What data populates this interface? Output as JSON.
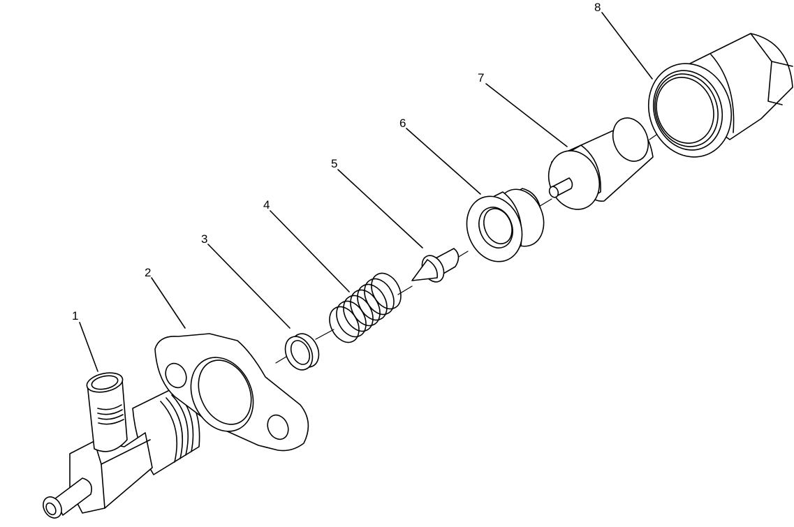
{
  "diagram": {
    "type": "exploded-parts-view",
    "callouts": [
      "1",
      "2",
      "3",
      "4",
      "5",
      "6",
      "7",
      "8"
    ]
  }
}
